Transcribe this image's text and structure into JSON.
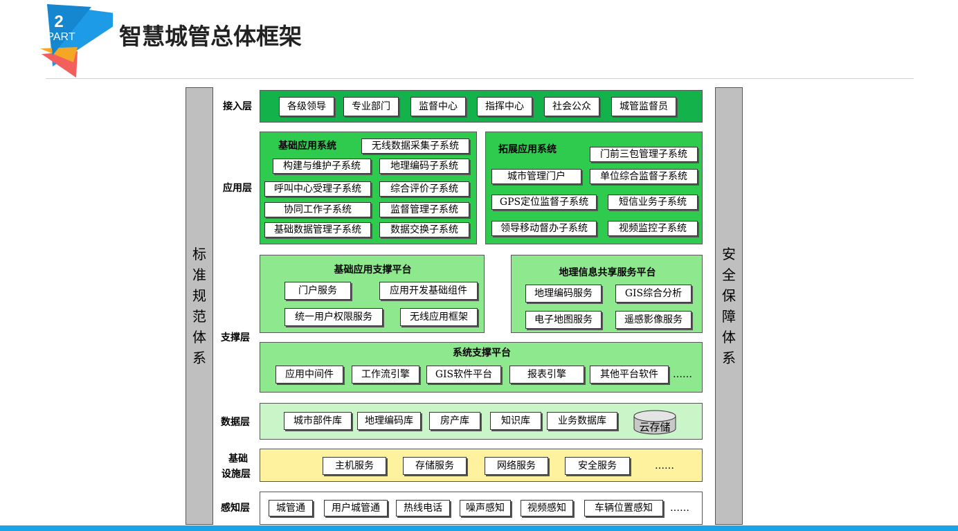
{
  "header": {
    "part_number": "2",
    "part_label": "PART",
    "title": "智慧城管总体框架"
  },
  "side": {
    "left": "标准规范体系",
    "right": "安全保障体系"
  },
  "layers": {
    "access": "接入层",
    "application": "应用层",
    "support": "支撑层",
    "data": "数据层",
    "infra_line1": "基础",
    "infra_line2": "设施层",
    "sensing": "感知层"
  },
  "access_items": [
    "各级领导",
    "专业部门",
    "监督中心",
    "指挥中心",
    "社会公众",
    "城管监督员"
  ],
  "basic_app": {
    "title": "基础应用系统",
    "items": [
      "无线数据采集子系统",
      "构建与维护子系统",
      "地理编码子系统",
      "呼叫中心受理子系统",
      "综合评价子系统",
      "协同工作子系统",
      "监督管理子系统",
      "基础数据管理子系统",
      "数据交换子系统"
    ]
  },
  "ext_app": {
    "title": "拓展应用系统",
    "items": [
      "门前三包管理子系统",
      "城市管理门户",
      "单位综合监督子系统",
      "GPS定位监督子系统",
      "短信业务子系统",
      "领导移动督办子系统",
      "视频监控子系统"
    ]
  },
  "basic_support": {
    "title": "基础应用支撑平台",
    "items": [
      "门户服务",
      "应用开发基础组件",
      "统一用户权限服务",
      "无线应用框架"
    ]
  },
  "geo_support": {
    "title": "地理信息共享服务平台",
    "items": [
      "地理编码服务",
      "GIS综合分析",
      "电子地图服务",
      "遥感影像服务"
    ]
  },
  "sys_support": {
    "title": "系统支撑平台",
    "items": [
      "应用中间件",
      "工作流引擎",
      "GIS软件平台",
      "报表引擎",
      "其他平台软件"
    ],
    "more": "……"
  },
  "data_items": [
    "城市部件库",
    "地理编码库",
    "房产库",
    "知识库",
    "业务数据库"
  ],
  "cloud": "云存储",
  "infra_items": [
    "主机服务",
    "存储服务",
    "网络服务",
    "安全服务"
  ],
  "infra_more": "……",
  "sensing_items": [
    "城管通",
    "用户城管通",
    "热线电话",
    "噪声感知",
    "视频感知",
    "车辆位置感知"
  ],
  "sensing_more": "……",
  "colors": {
    "access_green": "#14b24a",
    "app_green": "#2ecb4f",
    "support_green": "#8ee88e",
    "data_green": "#c9f5c9",
    "infra_yellow": "#fef29e",
    "side_gray": "#bfbfbf",
    "bottom_bar": "#1aa3e8"
  }
}
